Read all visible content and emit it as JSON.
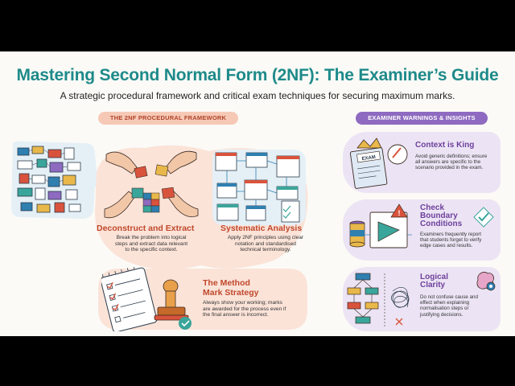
{
  "header": {
    "title": "Mastering Second Normal Form (2NF): The Examiner’s Guide",
    "subtitle": "A strategic procedural framework and critical exam techniques for securing maximum marks."
  },
  "left_section": {
    "pill": "THE 2NF PROCEDURAL FRAMEWORK",
    "deconstruct": {
      "heading": "Deconstruct and Extract",
      "body_lines": [
        "Break the problem into logical",
        "steps and extract data relevant",
        "to the specific context."
      ]
    },
    "analysis": {
      "heading": "Systematic Analysis",
      "body_lines": [
        "Apply 2NF principles using clear",
        "notation and standardised",
        "technical terminology."
      ]
    },
    "method": {
      "heading_lines": [
        "The Method",
        "Mark Strategy"
      ],
      "body_lines": [
        "Always show your working; marks",
        "are awarded for the process even if",
        "the final answer is incorrect."
      ]
    }
  },
  "right_section": {
    "pill": "EXAMINER WARNINGS & INSIGHTS",
    "exam_label": "EXAM",
    "cards": [
      {
        "heading_lines": [
          "Context is King"
        ],
        "body_lines": [
          "Avoid generic definitions; ensure",
          "all answers are specific to the",
          "scenario provided in the exam."
        ]
      },
      {
        "heading_lines": [
          "Check",
          "Boundary",
          "Conditions"
        ],
        "body_lines": [
          "Examiners frequently report",
          "that students forget to verify",
          "edge cases and results."
        ]
      },
      {
        "heading_lines": [
          "Logical",
          "Clarity"
        ],
        "body_lines": [
          "Do not confuse cause and",
          "effect when explaining",
          "normalisation steps or",
          "justifying decisions."
        ]
      }
    ]
  },
  "colors": {
    "title": "#1e8a8a",
    "accent_orange": "#c0482c",
    "accent_purple": "#6e3f9c",
    "card_bg": "#ece4f4",
    "blob_peach": "#fbe3d8"
  }
}
